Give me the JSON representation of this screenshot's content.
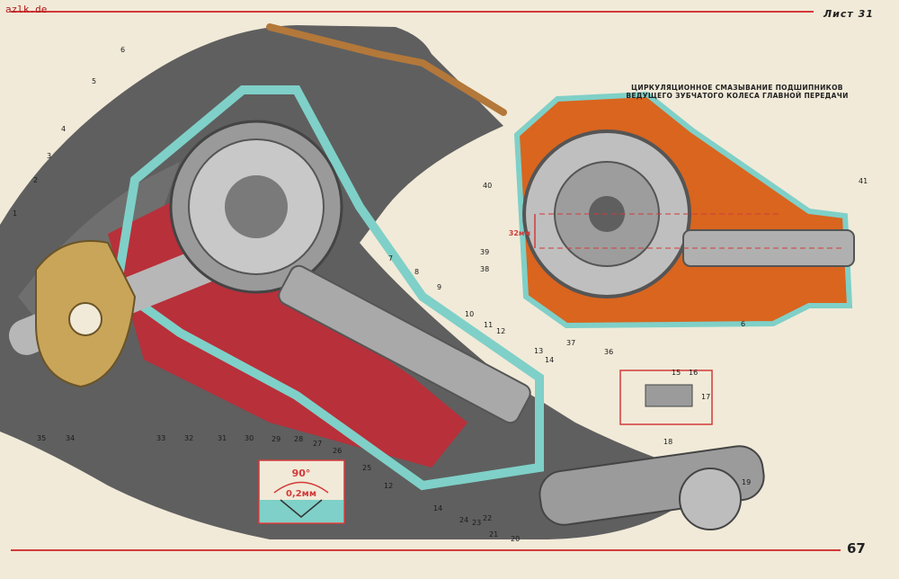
{
  "site_label": "azlk.de",
  "sheet_label": "Лист 31",
  "page_number": "67",
  "inset_caption": {
    "line1": "ЦИРКУЛЯЦИОННОЕ СМАЗЫВАНИЕ ПОДШИПНИКОВ",
    "line2": "ВЕДУЩЕГО ЗУБЧАТОГО КОЛЕСА ГЛАВНОЙ ПЕРЕДАЧИ"
  },
  "dimension_label": "32мм",
  "tooth_detail": {
    "angle_label": "90°",
    "clearance_label": "0,2мм"
  },
  "callouts": [
    "1",
    "2",
    "3",
    "4",
    "5",
    "6",
    "7",
    "8",
    "9",
    "10",
    "11",
    "12",
    "12",
    "13",
    "14",
    "14",
    "15",
    "16",
    "17",
    "18",
    "19",
    "20",
    "21",
    "22",
    "23",
    "24",
    "25",
    "26",
    "27",
    "28",
    "29",
    "30",
    "31",
    "32",
    "33",
    "34",
    "35",
    "36",
    "37",
    "38",
    "39",
    "40",
    "41",
    "6"
  ],
  "colors": {
    "paper": "#f1ead8",
    "housing_grey": "#5f5f5f",
    "cutaway_cyan": "#7fd0c8",
    "red_section": "#b8303a",
    "oil_orange": "#d9651f",
    "flange_tan": "#c9a55a",
    "rule_red": "#d23a3a"
  }
}
